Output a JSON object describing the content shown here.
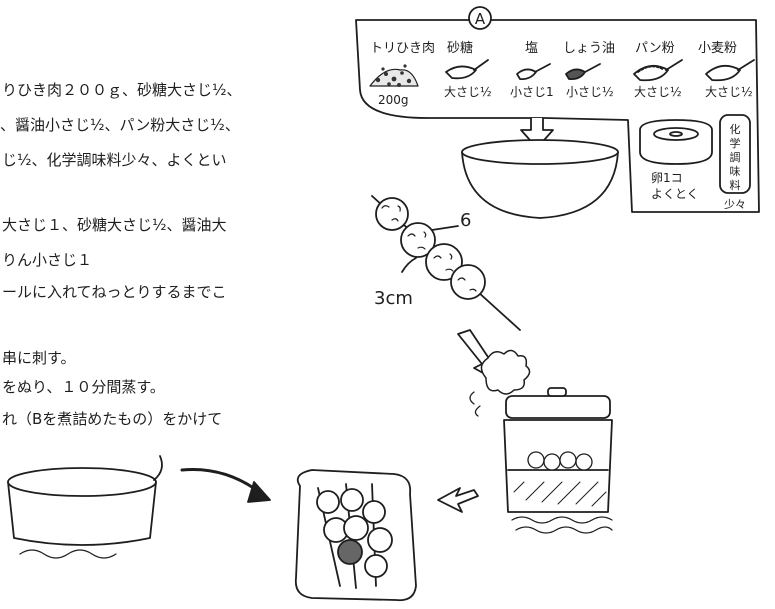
{
  "recipe_lines": [
    "りひき肉２００ｇ、砂糖大さじ½、",
    "、醤油小さじ½、パン粉大さじ½、",
    "じ½、化学調味料少々、よくとい",
    "大さじ１、砂糖大さじ½、醤油大",
    "りん小さじ１",
    "ールに入れてねっとりするまでこ",
    "串に刺す。",
    "をぬり、１０分間蒸す。",
    "れ（Bを煮詰めたもの）をかけて"
  ],
  "illustration": {
    "group_label": "A",
    "ingredients": [
      {
        "name": "トリひき肉",
        "amount": "200g"
      },
      {
        "name": "砂糖",
        "amount": "大さじ½"
      },
      {
        "name": "塩",
        "amount": "小さじ1"
      },
      {
        "name": "しょう油",
        "amount": "小さじ½"
      },
      {
        "name": "パン粉",
        "amount": "大さじ½"
      },
      {
        "name": "小麦粉",
        "amount": "大さじ½"
      }
    ],
    "egg_label": "卵1コ",
    "egg_note": "よくとく",
    "seasoning_chars": [
      "化",
      "学",
      "調",
      "味",
      "料"
    ],
    "seasoning_amount": "少々",
    "skewer_count": "6",
    "ball_size": "3cm"
  }
}
